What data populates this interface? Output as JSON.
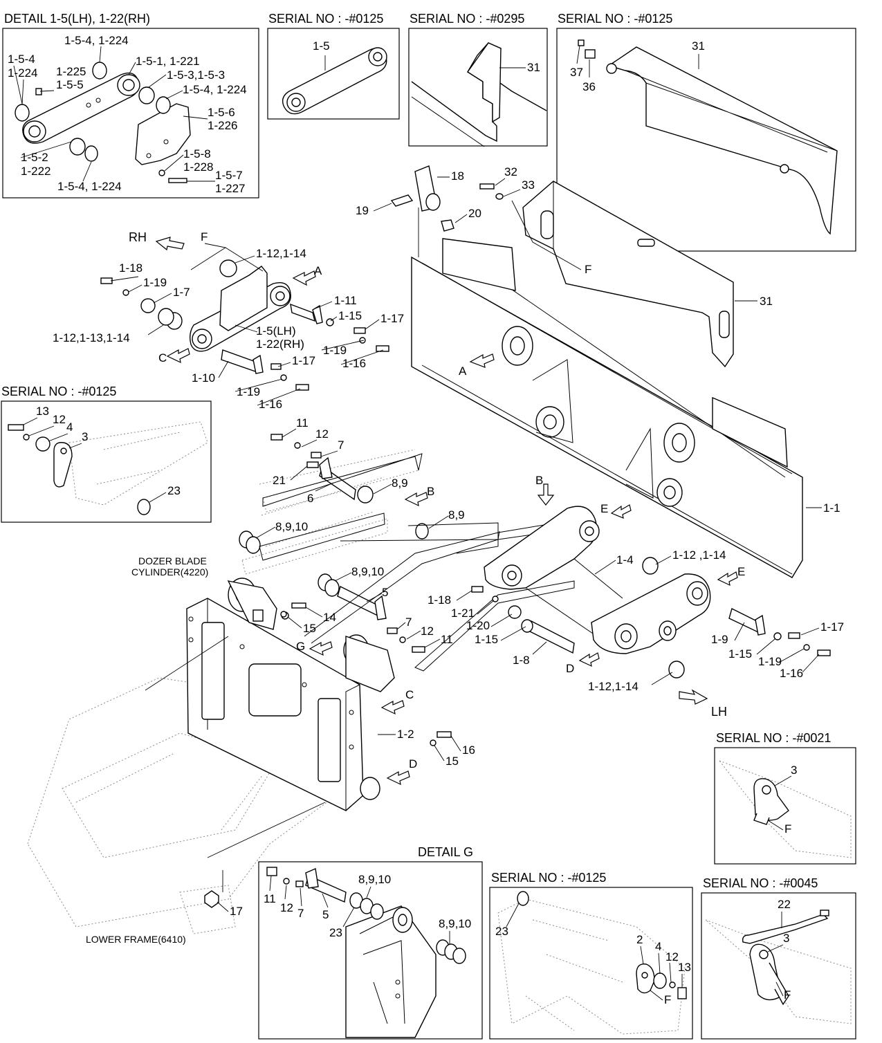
{
  "titles": {
    "detail_1_5": "DETAIL 1-5(LH), 1-22(RH)",
    "serial_0125_a": "SERIAL NO : -#0125",
    "serial_0295": "SERIAL NO : -#0295",
    "serial_0125_b": "SERIAL NO : -#0125",
    "serial_0125_c": "SERIAL NO : -#0125",
    "serial_0021": "SERIAL NO : -#0021",
    "detail_g": "DETAIL G",
    "serial_0125_d": "SERIAL NO : -#0125",
    "serial_0045": "SERIAL NO : -#0045"
  },
  "notes": {
    "dozer_1": "DOZER BLADE",
    "dozer_2": "CYLINDER(4220)",
    "lower_frame": "LOWER FRAME(6410)",
    "rh": "RH",
    "lh": "LH"
  },
  "callouts": {
    "d_154a": "1-5-4",
    "d_1224a": "1-224",
    "d_154b": "1-5-4, 1-224",
    "d_151": "1-5-1, 1-221",
    "d_1225": "1-225",
    "d_155": "1-5-5",
    "d_153": "1-5-3,1-5-3",
    "d_154c": "1-5-4, 1-224",
    "d_156": "1-5-6",
    "d_1226": "1-226",
    "d_152": "1-5-2",
    "d_1222": "1-222",
    "d_158": "1-5-8",
    "d_1228": "1-228",
    "d_157": "1-5-7",
    "d_1227": "1-227",
    "d_154d": "1-5-4, 1-224",
    "s1_15": "1-5",
    "s2_31": "31",
    "s3_31": "31",
    "s3_37": "37",
    "s3_36": "36",
    "m_18": "18",
    "m_19": "19",
    "m_20": "20",
    "m_32": "32",
    "m_33": "33",
    "m_F1": "F",
    "m_31": "31",
    "m_F2": "F",
    "m_112a": "1-12,1-14",
    "m_A1": "A",
    "m_118": "1-18",
    "m_119a": "1-19",
    "m_17": "1-7",
    "m_111": "1-11",
    "m_115a": "1-15",
    "m_117a": "1-17",
    "m_112b": "1-12,1-13,1-14",
    "m_15lh": "1-5(LH)",
    "m_122rh": "1-22(RH)",
    "m_119b": "1-19",
    "m_116a": "1-16",
    "m_C1": "C",
    "m_117b": "1-17",
    "m_110": "1-10",
    "m_119c": "1-19",
    "m_116b": "1-16",
    "m_A2": "A",
    "l_13": "13",
    "l_12": "12",
    "l_4": "4",
    "l_3": "3",
    "l_23": "23",
    "c_11": "11",
    "c_12": "12",
    "c_7": "7",
    "c_21": "21",
    "c_6": "6",
    "c_89a": "8,9",
    "c_B1": "B",
    "c_89b": "8,9",
    "c_8910a": "8,9,10",
    "c_8910b": "8,9,10",
    "c_5": "5",
    "c_14": "14",
    "c_15": "15",
    "c_7b": "7",
    "c_12b": "12",
    "c_11b": "11",
    "c_G": "G",
    "c_C2": "C",
    "c_12x": "1-2",
    "c_16": "16",
    "c_15b": "15",
    "c_D1": "D",
    "c_17": "17",
    "r_B": "B",
    "r_E1": "E",
    "r_11": "1-1",
    "r_14": "1-4",
    "r_112": "1-12 ,1-14",
    "r_E2": "E",
    "r_118": "1-18",
    "r_121": "1-21",
    "r_120": "1-20",
    "r_115": "1-15",
    "r_18": "1-8",
    "r_D": "D",
    "r_19": "1-9",
    "r_117": "1-17",
    "r_115b": "1-15",
    "r_119": "1-19",
    "r_116": "1-16",
    "r_112b": "1-12,1-14",
    "s21_3": "3",
    "s21_F": "F",
    "g_11": "11",
    "g_12": "12",
    "g_7": "7",
    "g_5": "5",
    "g_8910a": "8,9,10",
    "g_23": "23",
    "g_8910b": "8,9,10",
    "sd_23": "23",
    "sd_2": "2",
    "sd_4": "4",
    "sd_12": "12",
    "sd_13": "13",
    "sd_F": "F",
    "s45_22": "22",
    "s45_3": "3",
    "s45_F": "F"
  }
}
